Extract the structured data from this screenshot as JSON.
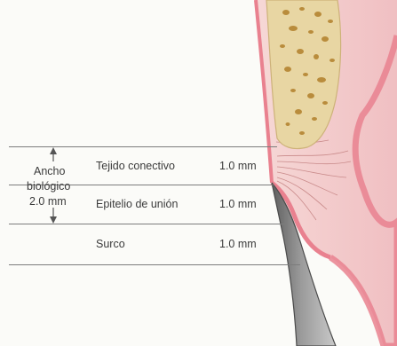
{
  "biologic_width": {
    "line1": "Ancho",
    "line2": "biológico",
    "line3": "2.0 mm"
  },
  "zones": [
    {
      "name": "Tejido conectivo",
      "value": "1.0 mm"
    },
    {
      "name": "Epitelio de unión",
      "value": "1.0 mm"
    },
    {
      "name": "Surco",
      "value": "1.0 mm"
    }
  ],
  "colors": {
    "gingiva": "#f4c9c9",
    "gingiva_edge": "#e9818f",
    "bone": "#e5d19c",
    "bone_pores": "#b98c3c",
    "tooth": "#8d8d8d",
    "lines": "#7c7c7c"
  }
}
